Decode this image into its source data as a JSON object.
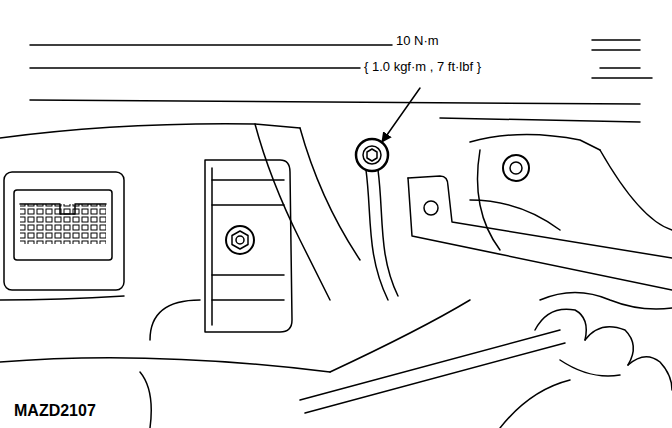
{
  "diagram": {
    "labels": [
      "10 N·m",
      "{ 1.0 kgf·m , 7 ft·lbf }",
      "MAZD2107"
    ]
  }
}
